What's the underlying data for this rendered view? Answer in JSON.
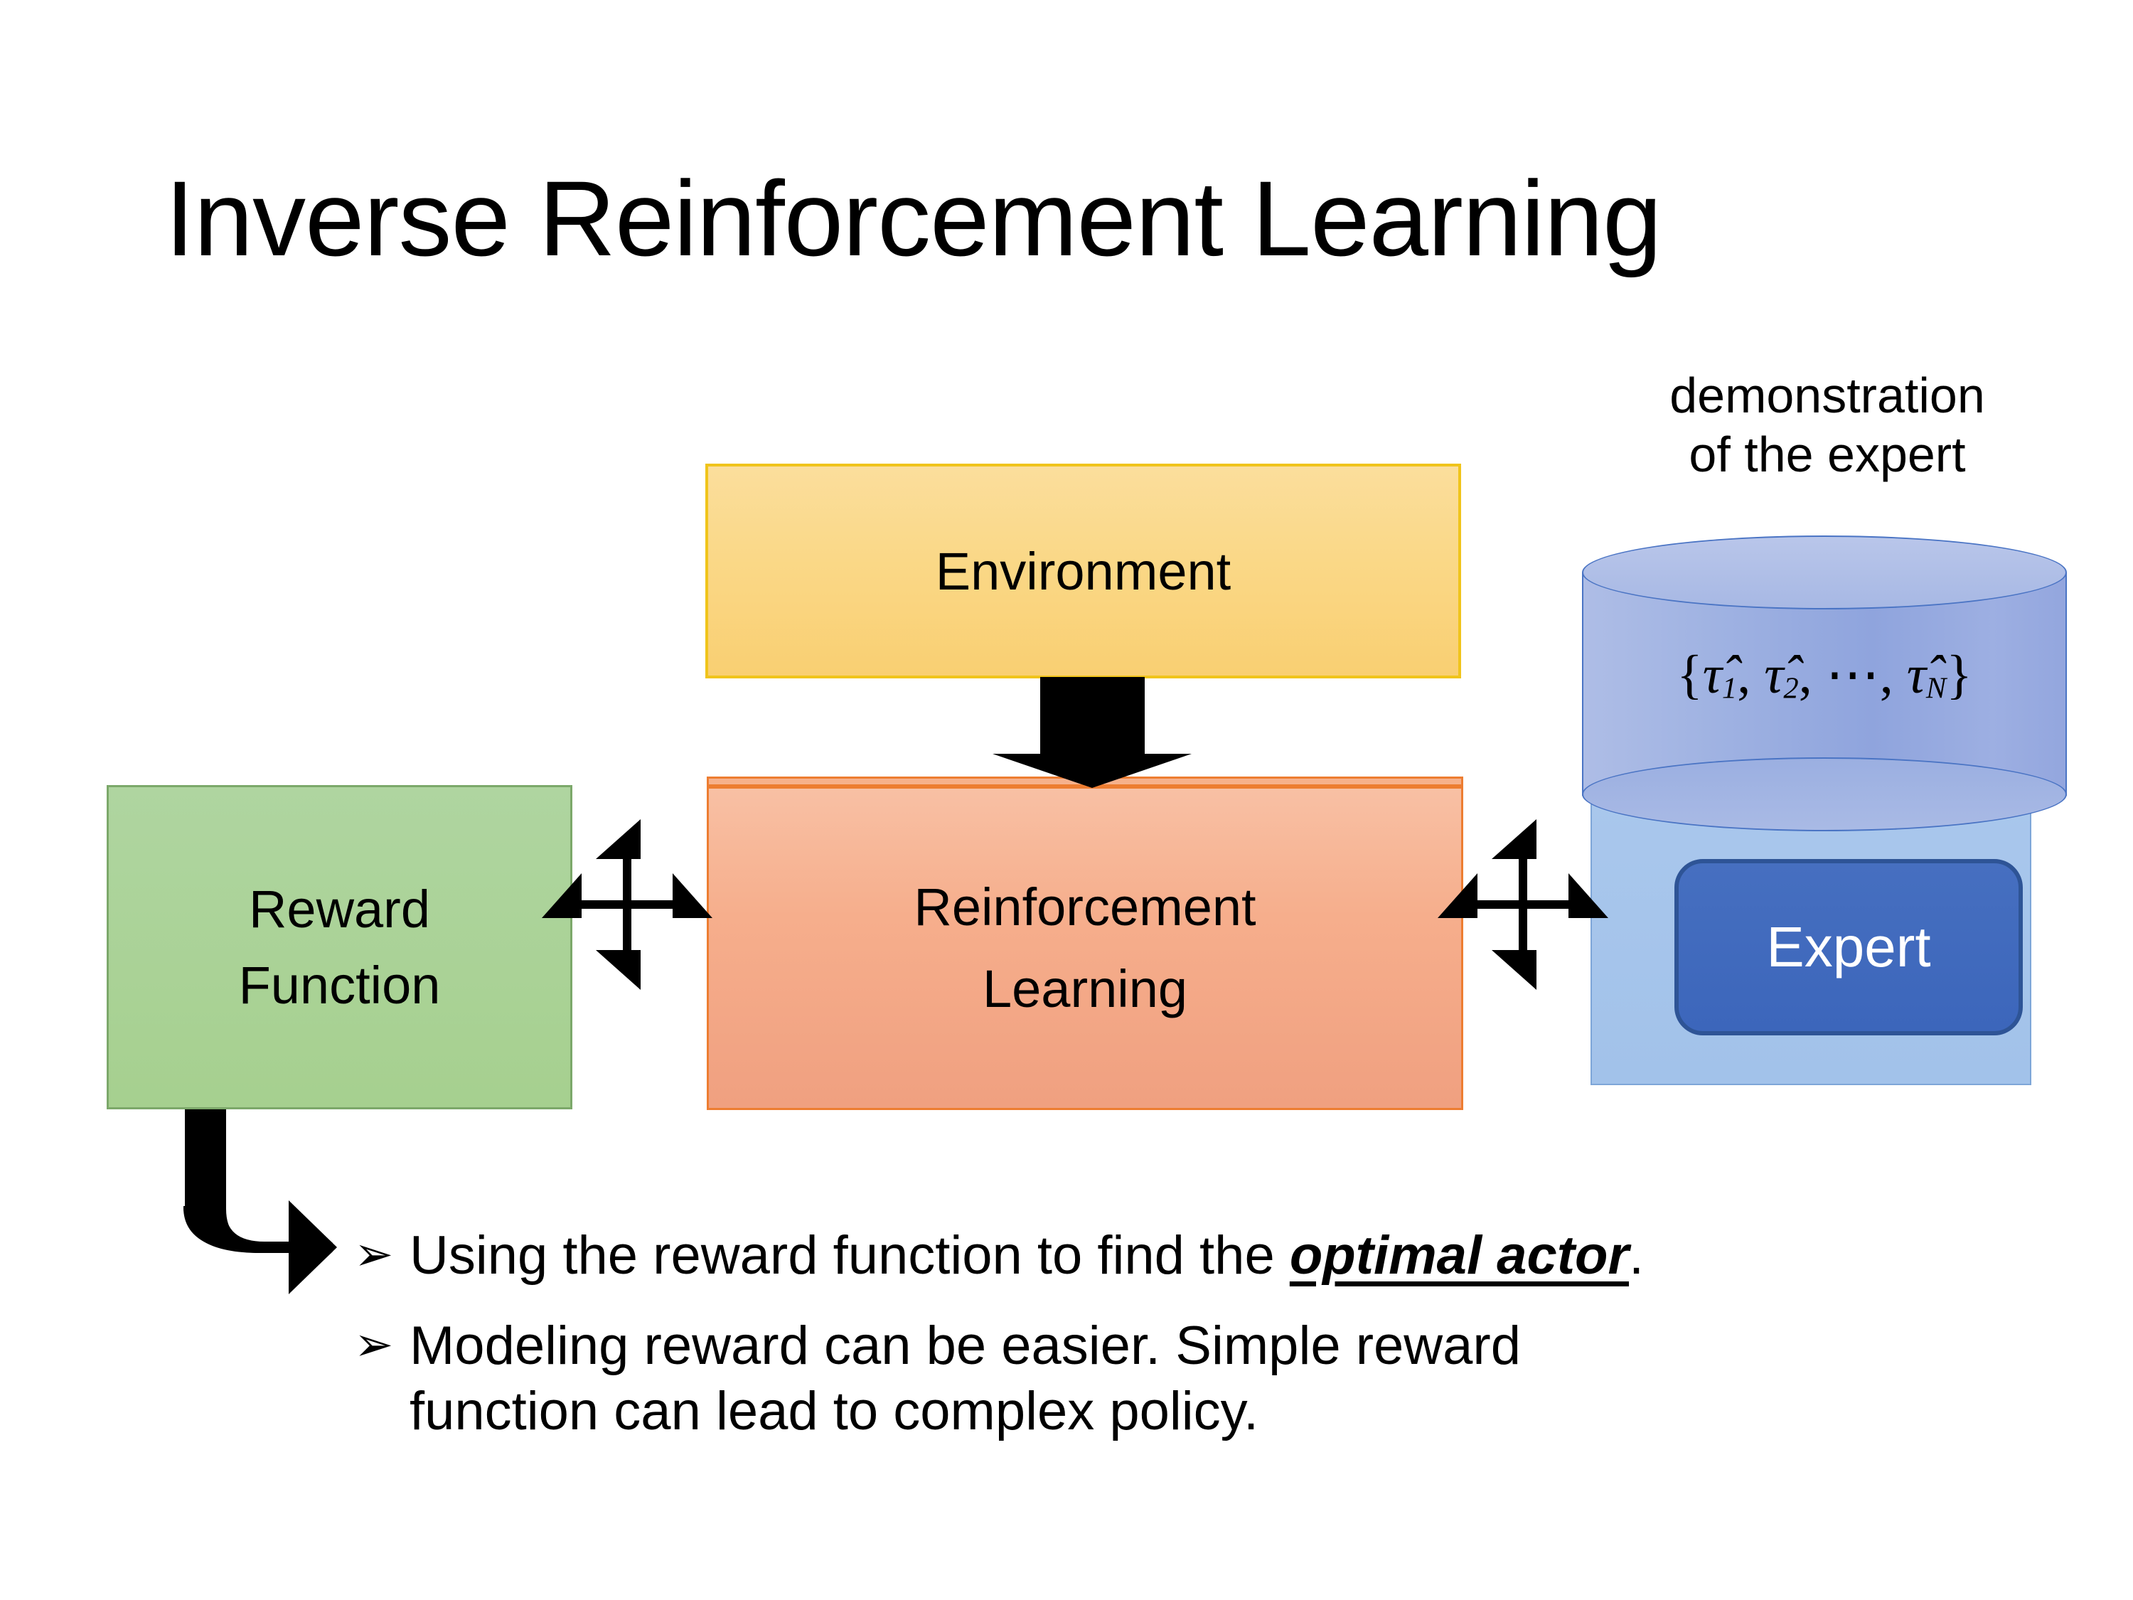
{
  "slide": {
    "title": "Inverse Reinforcement Learning",
    "background": "#FFFFFF"
  },
  "diagram": {
    "environment_box": {
      "label": "Environment",
      "fill": "#FAD887",
      "border": "#F0C41B"
    },
    "reinforcement_learning_box": {
      "label_line1": "Reinforcement",
      "label_line2": "Learning",
      "fill": "#F6AE8C",
      "border": "#ED7D31"
    },
    "reward_function_box": {
      "label_line1": "Reward",
      "label_line2": "Function",
      "fill": "#A6D08F",
      "border": "#7CA86A"
    },
    "expert_panel": {
      "caption_line1": "demonstration",
      "caption_line2": "of the expert",
      "cylinder_label": "{τ̂1, τ̂2, ⋯, τ̂N}",
      "cylinder_tau1": "τ̂",
      "cylinder_sub1": "1",
      "cylinder_tau2": "τ̂",
      "cylinder_sub2": "2",
      "cylinder_ellipsis": "⋯",
      "cylinder_tauN": "τ̂",
      "cylinder_subN": "N",
      "expert_label": "Expert",
      "cylinder_fill": "#9FB2E2",
      "cylinder_border": "#4A74C4",
      "panel_fill": "#A6C4EB",
      "expert_fill": "#4472C4",
      "expert_border": "#2E5496",
      "expert_text_color": "#FFFFFF"
    },
    "connectors": {
      "env_to_rl": "down-arrow",
      "reward_to_rl": "quad-arrow",
      "rl_to_expert": "quad-arrow",
      "reward_to_bullet": "bent-elbow-arrow",
      "color": "#000000"
    }
  },
  "bullets": {
    "marker": "➢",
    "items": [
      {
        "prefix": "Using the reward function to find the ",
        "emphasis": "optimal actor",
        "suffix": "."
      },
      {
        "prefix": "Modeling reward can be easier. Simple reward function can lead to complex policy.",
        "emphasis": "",
        "suffix": ""
      }
    ]
  }
}
